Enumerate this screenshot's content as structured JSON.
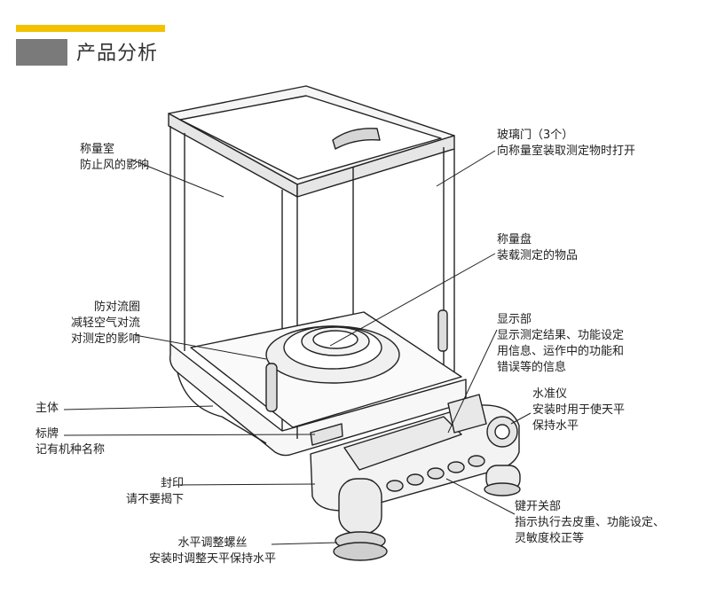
{
  "header": {
    "title": "产品分析"
  },
  "labels": {
    "weighing_chamber": {
      "line1": "称量室",
      "line2": "防止风的影响"
    },
    "glass_door": {
      "line1": "玻璃门（3个）",
      "line2": "向称量室装取测定物时打开"
    },
    "weighing_pan": {
      "line1": "称量盘",
      "line2": "装载测定的物品"
    },
    "anti_draft_ring": {
      "line1": "防对流圈",
      "line2": "减轻空气对流",
      "line3": "对测定的影响"
    },
    "display": {
      "line1": "显示部",
      "line2": "显示测定结果、功能设定",
      "line3": "用信息、运作中的功能和",
      "line4": "错误等的信息"
    },
    "level_gauge": {
      "line1": "水准仪",
      "line2": "安装时用于使天平",
      "line3": "保持水平"
    },
    "main_body": {
      "line1": "主体"
    },
    "nameplate": {
      "line1": "标牌",
      "line2": "记有机种名称"
    },
    "seal": {
      "line1": "封印",
      "line2": "请不要揭下"
    },
    "keypad": {
      "line1": "键开关部",
      "line2": "指示执行去皮重、功能设定、",
      "line3": "灵敏度校正等"
    },
    "leveling_screw": {
      "line1": "水平调整螺丝",
      "line2": "安装时调整天平保持水平"
    }
  },
  "colors": {
    "accent": "#f2c200",
    "title_block": "#7a7a7a",
    "line": "#222222"
  }
}
